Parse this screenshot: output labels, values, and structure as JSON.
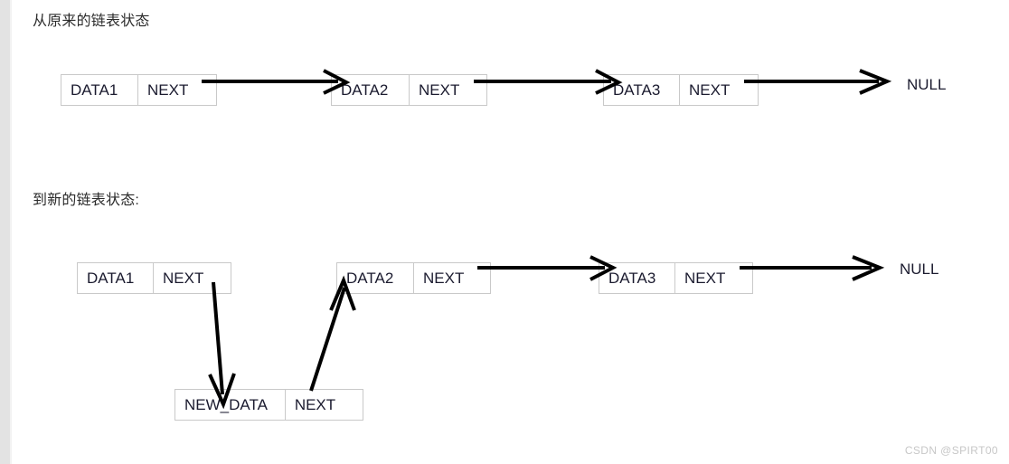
{
  "sections": [
    {
      "id": "original",
      "title": "从原来的链表状态"
    },
    {
      "id": "new",
      "title": "到新的链表状态:"
    }
  ],
  "row1": {
    "nodes": [
      {
        "data": "DATA1",
        "next": "NEXT"
      },
      {
        "data": "DATA2",
        "next": "NEXT"
      },
      {
        "data": "DATA3",
        "next": "NEXT"
      }
    ],
    "terminator": "NULL"
  },
  "row2": {
    "nodes": [
      {
        "data": "DATA1",
        "next": "NEXT"
      },
      {
        "data": "DATA2",
        "next": "NEXT"
      },
      {
        "data": "DATA3",
        "next": "NEXT"
      }
    ],
    "terminator": "NULL",
    "inserted_node": {
      "data": "NEW_DATA",
      "next": "NEXT"
    }
  },
  "watermark": "CSDN @SPIRT00",
  "colors": {
    "background": "#ffffff",
    "text": "#1b1b2f",
    "title_text": "#2b2b2b",
    "box_border": "#c9c9c9",
    "arrow": "#000000",
    "watermark": "#c7c7c7",
    "gutter": "#e3e3e3"
  }
}
